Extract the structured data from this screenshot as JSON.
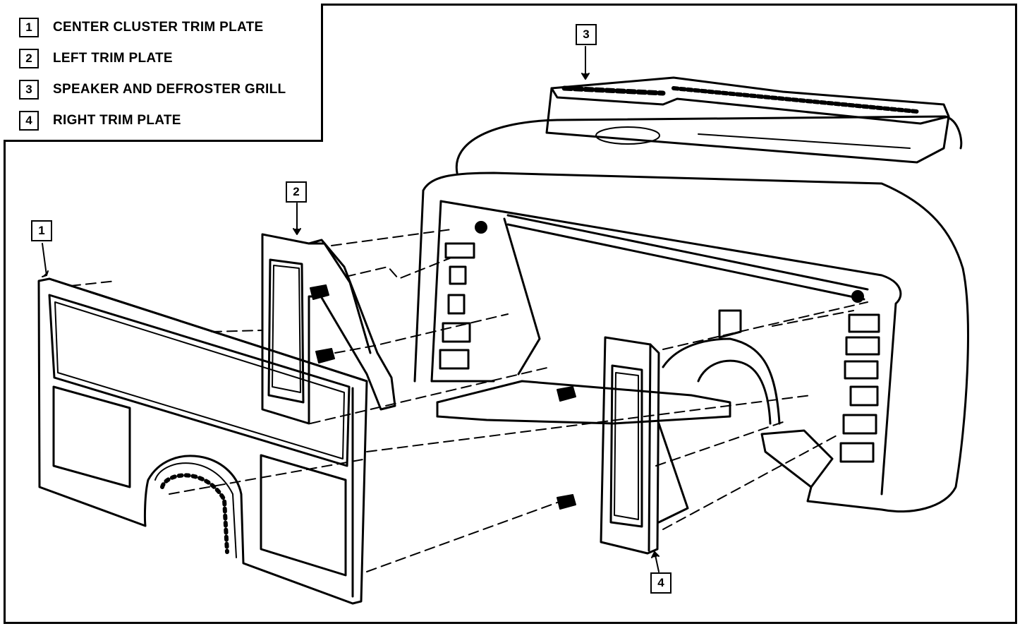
{
  "legend": {
    "items": [
      {
        "num": "1",
        "label": "CENTER CLUSTER TRIM PLATE"
      },
      {
        "num": "2",
        "label": "LEFT TRIM PLATE"
      },
      {
        "num": "3",
        "label": "SPEAKER AND DEFROSTER GRILL"
      },
      {
        "num": "4",
        "label": "RIGHT TRIM PLATE"
      }
    ]
  },
  "callouts": {
    "c1": "1",
    "c2": "2",
    "c3": "3",
    "c4": "4"
  }
}
